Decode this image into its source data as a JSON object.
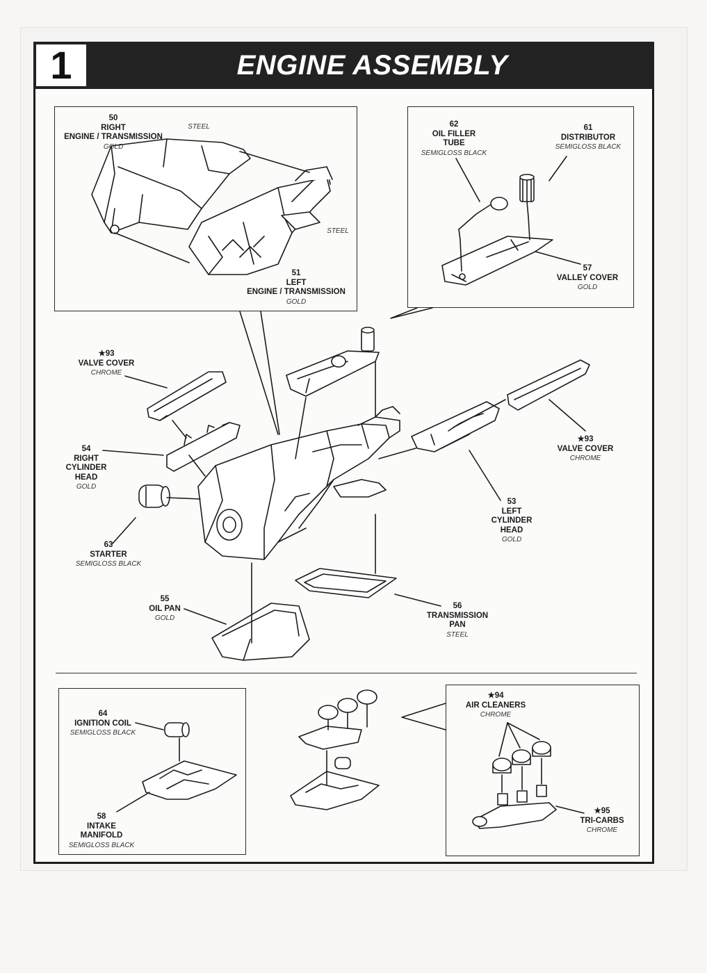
{
  "header": {
    "step": "1",
    "title": "ENGINE ASSEMBLY"
  },
  "parts": {
    "p50": {
      "num": "50",
      "name1": "RIGHT",
      "name2": "ENGINE / TRANSMISSION",
      "color": "GOLD"
    },
    "steel_a": {
      "color": "STEEL"
    },
    "steel_b": {
      "color": "STEEL"
    },
    "p51": {
      "num": "51",
      "name1": "LEFT",
      "name2": "ENGINE / TRANSMISSION",
      "color": "GOLD"
    },
    "p62": {
      "num": "62",
      "name1": "OIL FILLER",
      "name2": "TUBE",
      "color": "SEMIGLOSS BLACK"
    },
    "p61": {
      "num": "61",
      "name1": "DISTRIBUTOR",
      "color": "SEMIGLOSS BLACK"
    },
    "p57": {
      "num": "57",
      "name1": "VALLEY COVER",
      "color": "GOLD"
    },
    "p93a": {
      "num": "★93",
      "name1": "VALVE COVER",
      "color": "CHROME"
    },
    "p93b": {
      "num": "★93",
      "name1": "VALVE COVER",
      "color": "CHROME"
    },
    "p54": {
      "num": "54",
      "name1": "RIGHT",
      "name2": "CYLINDER",
      "name3": "HEAD",
      "color": "GOLD"
    },
    "p53": {
      "num": "53",
      "name1": "LEFT",
      "name2": "CYLINDER",
      "name3": "HEAD",
      "color": "GOLD"
    },
    "p63": {
      "num": "63",
      "name1": "STARTER",
      "color": "SEMIGLOSS BLACK"
    },
    "p55": {
      "num": "55",
      "name1": "OIL PAN",
      "color": "GOLD"
    },
    "p56": {
      "num": "56",
      "name1": "TRANSMISSION",
      "name2": "PAN",
      "color": "STEEL"
    },
    "p64": {
      "num": "64",
      "name1": "IGNITION COIL",
      "color": "SEMIGLOSS BLACK"
    },
    "p58": {
      "num": "58",
      "name1": "INTAKE",
      "name2": "MANIFOLD",
      "color": "SEMIGLOSS BLACK"
    },
    "p94": {
      "num": "★94",
      "name1": "AIR CLEANERS",
      "color": "CHROME"
    },
    "p95": {
      "num": "★95",
      "name1": "TRI-CARBS",
      "color": "CHROME"
    }
  },
  "colors": {
    "ink": "#1b1b1b",
    "paper": "#fbfbfa",
    "header": "#222222"
  }
}
